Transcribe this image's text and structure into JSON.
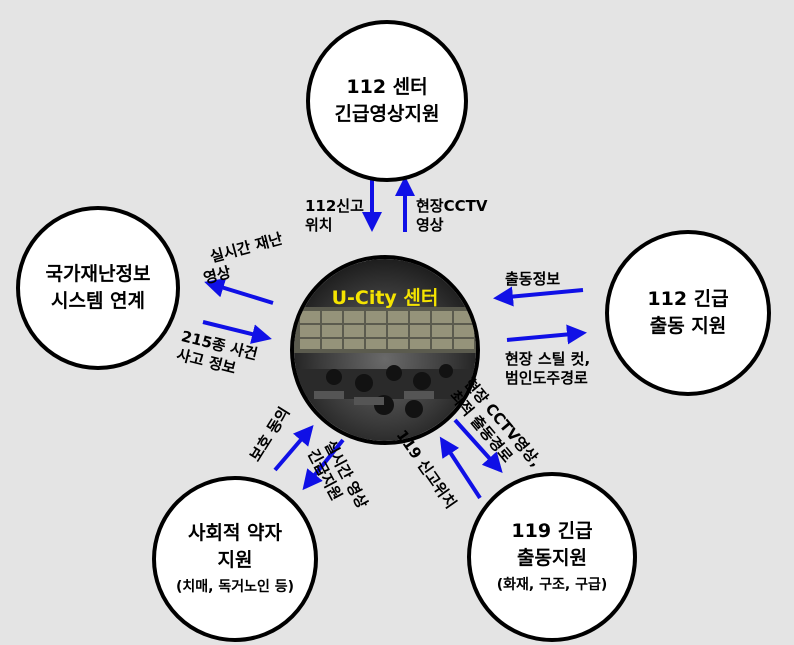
{
  "nodes": {
    "police": {
      "line1": "112 센터",
      "line2": "긴급영상지원"
    },
    "disaster": {
      "line1": "국가재난정보",
      "line2": "시스템 연계"
    },
    "emergency112": {
      "line1": "112 긴급",
      "line2": "출동 지원"
    },
    "welfare": {
      "line1": "사회적 약자",
      "line2": "지원",
      "sub": "(치매, 독거노인 등)"
    },
    "fire119": {
      "line1": "119 긴급",
      "line2": "출동지원",
      "sub": "(화재, 구조, 구급)"
    }
  },
  "center": {
    "title": "U-City 센터"
  },
  "labels": {
    "police_in": {
      "line1": "112신고",
      "line2": "위치"
    },
    "police_out": {
      "line1": "현장CCTV",
      "line2": "영상"
    },
    "disaster_out": {
      "line1": "실시간 재난",
      "line2": "영상"
    },
    "disaster_in": {
      "line1": "215종 사건",
      "line2": "사고 정보"
    },
    "e112_in": "출동정보",
    "e112_out": {
      "line1": "현장 스틸 컷,",
      "line2": "범인도주경로"
    },
    "welfare_in": "보호 동의",
    "welfare_out": {
      "line1": "실시간 영상",
      "line2": "긴급지원"
    },
    "fire_out": {
      "line1": "현장 CCTV영상,",
      "line2": "최적 출동경로"
    },
    "fire_in": "119 신고위치"
  },
  "colors": {
    "arrow": "#1010e6",
    "background": "#e4e4e4",
    "center_title": "#f5e400"
  }
}
